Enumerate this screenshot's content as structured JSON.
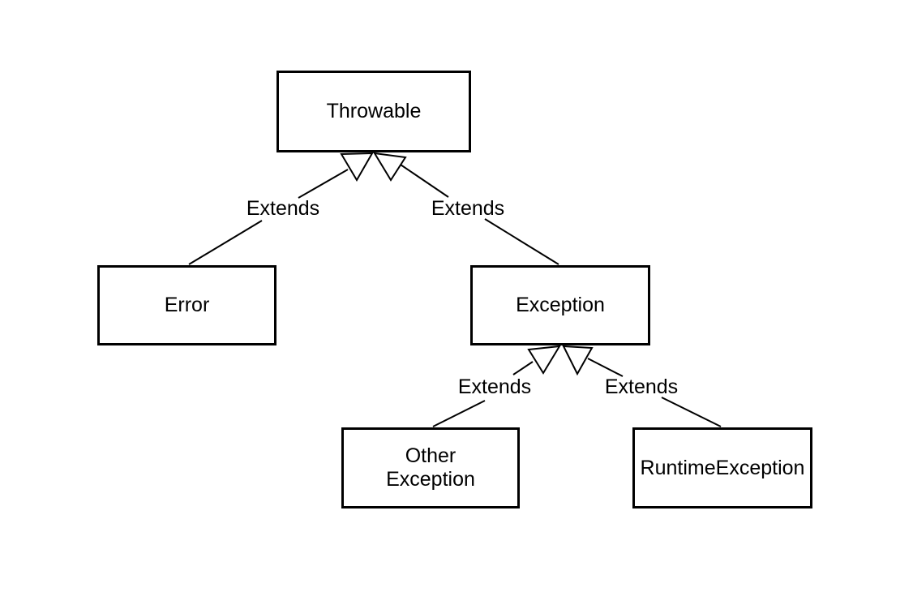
{
  "diagram": {
    "kind": "class-hierarchy",
    "nodes": [
      {
        "id": "throwable",
        "label": "Throwable"
      },
      {
        "id": "error",
        "label": "Error"
      },
      {
        "id": "exception",
        "label": "Exception"
      },
      {
        "id": "other-exception",
        "label": "Other\nException"
      },
      {
        "id": "runtime-exception",
        "label": "RuntimeException"
      }
    ],
    "edges": [
      {
        "from": "error",
        "to": "throwable",
        "label": "Extends"
      },
      {
        "from": "exception",
        "to": "throwable",
        "label": "Extends"
      },
      {
        "from": "other-exception",
        "to": "exception",
        "label": "Extends"
      },
      {
        "from": "runtime-exception",
        "to": "exception",
        "label": "Extends"
      }
    ],
    "colors": {
      "background": "#ffffff",
      "node_fill": "#ffffff",
      "stroke": "#000000",
      "text": "#000000"
    }
  }
}
